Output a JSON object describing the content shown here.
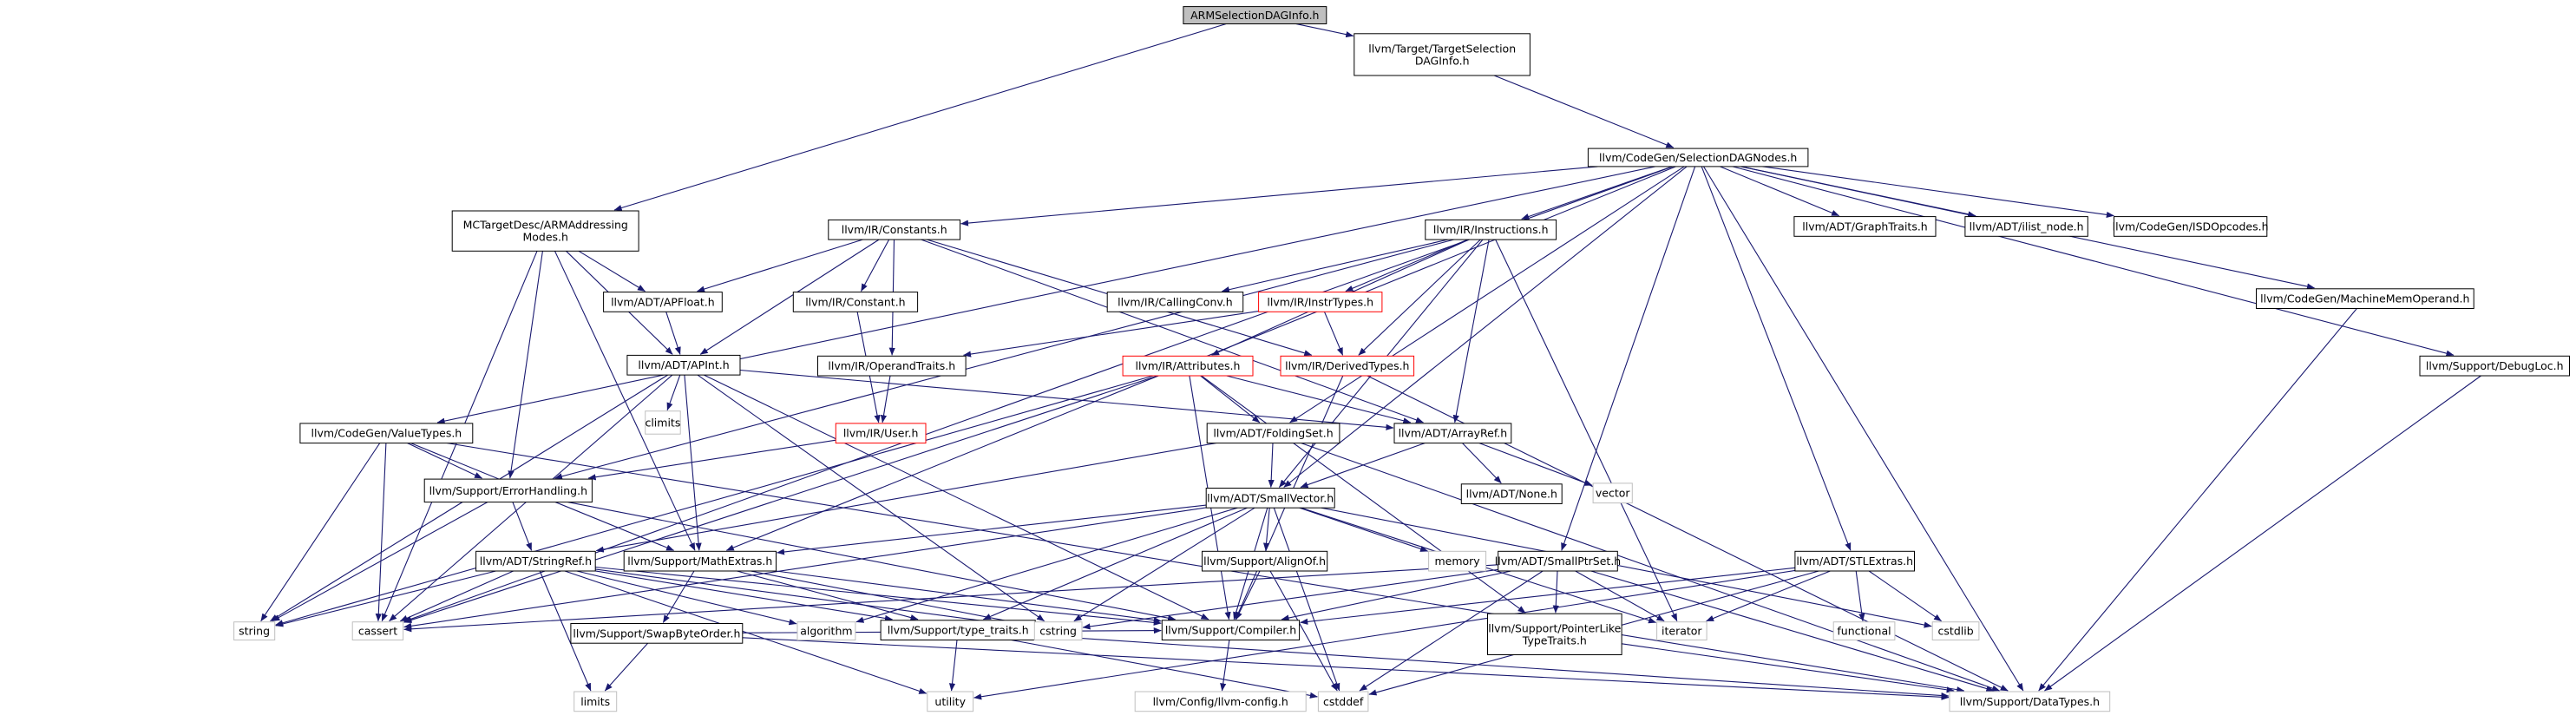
{
  "diagram": {
    "nodes": [
      {
        "id": "root",
        "lines": [
          "ARMSelectionDAGInfo.h"
        ],
        "style": "root"
      },
      {
        "id": "tsdi",
        "lines": [
          "llvm/Target/TargetSelection",
          "DAGInfo.h"
        ],
        "style": "normal"
      },
      {
        "id": "sdn",
        "lines": [
          "llvm/CodeGen/SelectionDAGNodes.h"
        ],
        "style": "normal"
      },
      {
        "id": "armam",
        "lines": [
          "MCTargetDesc/ARMAddressing",
          "Modes.h"
        ],
        "style": "normal"
      },
      {
        "id": "consts",
        "lines": [
          "llvm/IR/Constants.h"
        ],
        "style": "normal"
      },
      {
        "id": "instrs",
        "lines": [
          "llvm/IR/Instructions.h"
        ],
        "style": "normal"
      },
      {
        "id": "graphtraits",
        "lines": [
          "llvm/ADT/GraphTraits.h"
        ],
        "style": "normal"
      },
      {
        "id": "ilistnode",
        "lines": [
          "llvm/ADT/ilist_node.h"
        ],
        "style": "normal"
      },
      {
        "id": "isdop",
        "lines": [
          "llvm/CodeGen/ISDOpcodes.h"
        ],
        "style": "normal"
      },
      {
        "id": "mmo",
        "lines": [
          "llvm/CodeGen/MachineMemOperand.h"
        ],
        "style": "normal"
      },
      {
        "id": "debugloc",
        "lines": [
          "llvm/Support/DebugLoc.h"
        ],
        "style": "normal"
      },
      {
        "id": "apfloat",
        "lines": [
          "llvm/ADT/APFloat.h"
        ],
        "style": "normal"
      },
      {
        "id": "constant",
        "lines": [
          "llvm/IR/Constant.h"
        ],
        "style": "normal"
      },
      {
        "id": "callingconv",
        "lines": [
          "llvm/IR/CallingConv.h"
        ],
        "style": "normal"
      },
      {
        "id": "instrtypes",
        "lines": [
          "llvm/IR/InstrTypes.h"
        ],
        "style": "red"
      },
      {
        "id": "apint",
        "lines": [
          "llvm/ADT/APInt.h"
        ],
        "style": "normal"
      },
      {
        "id": "optraits",
        "lines": [
          "llvm/IR/OperandTraits.h"
        ],
        "style": "normal"
      },
      {
        "id": "attrs",
        "lines": [
          "llvm/IR/Attributes.h"
        ],
        "style": "red"
      },
      {
        "id": "derived",
        "lines": [
          "llvm/IR/DerivedTypes.h"
        ],
        "style": "red"
      },
      {
        "id": "valuetypes",
        "lines": [
          "llvm/CodeGen/ValueTypes.h"
        ],
        "style": "normal"
      },
      {
        "id": "climits",
        "lines": [
          "climits"
        ],
        "style": "sys"
      },
      {
        "id": "user",
        "lines": [
          "llvm/IR/User.h"
        ],
        "style": "red"
      },
      {
        "id": "foldingset",
        "lines": [
          "llvm/ADT/FoldingSet.h"
        ],
        "style": "normal"
      },
      {
        "id": "arrayref",
        "lines": [
          "llvm/ADT/ArrayRef.h"
        ],
        "style": "normal"
      },
      {
        "id": "errh",
        "lines": [
          "llvm/Support/ErrorHandling.h"
        ],
        "style": "normal"
      },
      {
        "id": "none",
        "lines": [
          "llvm/ADT/None.h"
        ],
        "style": "normal"
      },
      {
        "id": "vector",
        "lines": [
          "vector"
        ],
        "style": "sys"
      },
      {
        "id": "smallvec",
        "lines": [
          "llvm/ADT/SmallVector.h"
        ],
        "style": "normal"
      },
      {
        "id": "stringref",
        "lines": [
          "llvm/ADT/StringRef.h"
        ],
        "style": "normal"
      },
      {
        "id": "mathextras",
        "lines": [
          "llvm/Support/MathExtras.h"
        ],
        "style": "normal"
      },
      {
        "id": "alignof",
        "lines": [
          "llvm/Support/AlignOf.h"
        ],
        "style": "normal"
      },
      {
        "id": "memory",
        "lines": [
          "memory"
        ],
        "style": "sys"
      },
      {
        "id": "smallptrset",
        "lines": [
          "llvm/ADT/SmallPtrSet.h"
        ],
        "style": "normal"
      },
      {
        "id": "stlextras",
        "lines": [
          "llvm/ADT/STLExtras.h"
        ],
        "style": "normal"
      },
      {
        "id": "string",
        "lines": [
          "string"
        ],
        "style": "sys"
      },
      {
        "id": "cassert",
        "lines": [
          "cassert"
        ],
        "style": "sys"
      },
      {
        "id": "algorithm",
        "lines": [
          "algorithm"
        ],
        "style": "sys"
      },
      {
        "id": "swapbyte",
        "lines": [
          "llvm/Support/SwapByteOrder.h"
        ],
        "style": "normal"
      },
      {
        "id": "typetraits",
        "lines": [
          "llvm/Support/type_traits.h"
        ],
        "style": "normal"
      },
      {
        "id": "cstring",
        "lines": [
          "cstring"
        ],
        "style": "sys"
      },
      {
        "id": "compiler",
        "lines": [
          "llvm/Support/Compiler.h"
        ],
        "style": "normal"
      },
      {
        "id": "ptrlike",
        "lines": [
          "llvm/Support/PointerLike",
          "TypeTraits.h"
        ],
        "style": "normal"
      },
      {
        "id": "iterator",
        "lines": [
          "iterator"
        ],
        "style": "sys"
      },
      {
        "id": "functional",
        "lines": [
          "functional"
        ],
        "style": "sys"
      },
      {
        "id": "cstdlib",
        "lines": [
          "cstdlib"
        ],
        "style": "sys"
      },
      {
        "id": "limits",
        "lines": [
          "limits"
        ],
        "style": "sys"
      },
      {
        "id": "utility",
        "lines": [
          "utility"
        ],
        "style": "sys"
      },
      {
        "id": "llvmconfig",
        "lines": [
          "llvm/Config/llvm-config.h"
        ],
        "style": "sys"
      },
      {
        "id": "cstddef",
        "lines": [
          "cstddef"
        ],
        "style": "sys"
      },
      {
        "id": "datatypes",
        "lines": [
          "llvm/Support/DataTypes.h"
        ],
        "style": "sys"
      }
    ],
    "edges": [
      [
        "root",
        "tsdi"
      ],
      [
        "root",
        "armam"
      ],
      [
        "tsdi",
        "sdn"
      ],
      [
        "sdn",
        "consts"
      ],
      [
        "sdn",
        "instrs"
      ],
      [
        "sdn",
        "graphtraits"
      ],
      [
        "sdn",
        "ilistnode"
      ],
      [
        "sdn",
        "isdop"
      ],
      [
        "sdn",
        "mmo"
      ],
      [
        "sdn",
        "debugloc"
      ],
      [
        "sdn",
        "valuetypes"
      ],
      [
        "sdn",
        "foldingset"
      ],
      [
        "sdn",
        "smallvec"
      ],
      [
        "sdn",
        "smallptrset"
      ],
      [
        "sdn",
        "stlextras"
      ],
      [
        "sdn",
        "mathextras"
      ],
      [
        "sdn",
        "cassert"
      ],
      [
        "sdn",
        "datatypes"
      ],
      [
        "armam",
        "apfloat"
      ],
      [
        "armam",
        "apint"
      ],
      [
        "armam",
        "errh"
      ],
      [
        "armam",
        "mathextras"
      ],
      [
        "armam",
        "cassert"
      ],
      [
        "consts",
        "apfloat"
      ],
      [
        "consts",
        "apint"
      ],
      [
        "consts",
        "constant"
      ],
      [
        "consts",
        "optraits"
      ],
      [
        "consts",
        "derived"
      ],
      [
        "consts",
        "arrayref"
      ],
      [
        "instrs",
        "callingconv"
      ],
      [
        "instrs",
        "instrtypes"
      ],
      [
        "instrs",
        "attrs"
      ],
      [
        "instrs",
        "derived"
      ],
      [
        "instrs",
        "arrayref"
      ],
      [
        "instrs",
        "smallvec"
      ],
      [
        "instrs",
        "errh"
      ],
      [
        "instrs",
        "iterator"
      ],
      [
        "apfloat",
        "apint"
      ],
      [
        "constant",
        "user"
      ],
      [
        "instrtypes",
        "optraits"
      ],
      [
        "instrtypes",
        "derived"
      ],
      [
        "optraits",
        "user"
      ],
      [
        "apint",
        "climits"
      ],
      [
        "apint",
        "arrayref"
      ],
      [
        "apint",
        "mathextras"
      ],
      [
        "apint",
        "compiler"
      ],
      [
        "apint",
        "string"
      ],
      [
        "apint",
        "cassert"
      ],
      [
        "apint",
        "cstring"
      ],
      [
        "attrs",
        "foldingset"
      ],
      [
        "attrs",
        "arrayref"
      ],
      [
        "attrs",
        "ptrlike"
      ],
      [
        "attrs",
        "compiler"
      ],
      [
        "attrs",
        "string"
      ],
      [
        "attrs",
        "cassert"
      ],
      [
        "derived",
        "compiler"
      ],
      [
        "derived",
        "datatypes"
      ],
      [
        "user",
        "errh"
      ],
      [
        "valuetypes",
        "errh"
      ],
      [
        "valuetypes",
        "mathextras"
      ],
      [
        "valuetypes",
        "cassert"
      ],
      [
        "valuetypes",
        "string"
      ],
      [
        "valuetypes",
        "datatypes"
      ],
      [
        "foldingset",
        "smallvec"
      ],
      [
        "foldingset",
        "stringref"
      ],
      [
        "foldingset",
        "datatypes"
      ],
      [
        "arrayref",
        "none"
      ],
      [
        "arrayref",
        "smallvec"
      ],
      [
        "arrayref",
        "vector"
      ],
      [
        "errh",
        "stringref"
      ],
      [
        "errh",
        "compiler"
      ],
      [
        "errh",
        "string"
      ],
      [
        "smallvec",
        "alignof"
      ],
      [
        "smallvec",
        "compiler"
      ],
      [
        "smallvec",
        "mathextras"
      ],
      [
        "smallvec",
        "typetraits"
      ],
      [
        "smallvec",
        "algorithm"
      ],
      [
        "smallvec",
        "cassert"
      ],
      [
        "smallvec",
        "cstddef"
      ],
      [
        "smallvec",
        "cstdlib"
      ],
      [
        "smallvec",
        "cstring"
      ],
      [
        "smallvec",
        "iterator"
      ],
      [
        "smallvec",
        "memory"
      ],
      [
        "stringref",
        "compiler"
      ],
      [
        "stringref",
        "algorithm"
      ],
      [
        "stringref",
        "cassert"
      ],
      [
        "stringref",
        "cstring"
      ],
      [
        "stringref",
        "limits"
      ],
      [
        "stringref",
        "string"
      ],
      [
        "stringref",
        "utility"
      ],
      [
        "stringref",
        "typetraits"
      ],
      [
        "mathextras",
        "compiler"
      ],
      [
        "mathextras",
        "swapbyte"
      ],
      [
        "mathextras",
        "typetraits"
      ],
      [
        "mathextras",
        "cstring"
      ],
      [
        "alignof",
        "compiler"
      ],
      [
        "alignof",
        "cstddef"
      ],
      [
        "smallptrset",
        "compiler"
      ],
      [
        "smallptrset",
        "datatypes"
      ],
      [
        "smallptrset",
        "ptrlike"
      ],
      [
        "smallptrset",
        "cassert"
      ],
      [
        "smallptrset",
        "cstddef"
      ],
      [
        "smallptrset",
        "cstring"
      ],
      [
        "smallptrset",
        "iterator"
      ],
      [
        "stlextras",
        "compiler"
      ],
      [
        "stlextras",
        "cstddef"
      ],
      [
        "stlextras",
        "cstdlib"
      ],
      [
        "stlextras",
        "functional"
      ],
      [
        "stlextras",
        "iterator"
      ],
      [
        "stlextras",
        "utility"
      ],
      [
        "swapbyte",
        "compiler"
      ],
      [
        "swapbyte",
        "datatypes"
      ],
      [
        "swapbyte",
        "limits"
      ],
      [
        "typetraits",
        "datatypes"
      ],
      [
        "typetraits",
        "cstddef"
      ],
      [
        "typetraits",
        "utility"
      ],
      [
        "compiler",
        "llvmconfig"
      ],
      [
        "ptrlike",
        "datatypes"
      ],
      [
        "mmo",
        "datatypes"
      ],
      [
        "debugloc",
        "datatypes"
      ]
    ]
  },
  "colors": {
    "edge": "#191970",
    "node_border": "#000000",
    "red_border": "#ff0000",
    "sys_border": "#bfbfbf",
    "root_fill": "#bfbfbf",
    "text": "#000000"
  }
}
